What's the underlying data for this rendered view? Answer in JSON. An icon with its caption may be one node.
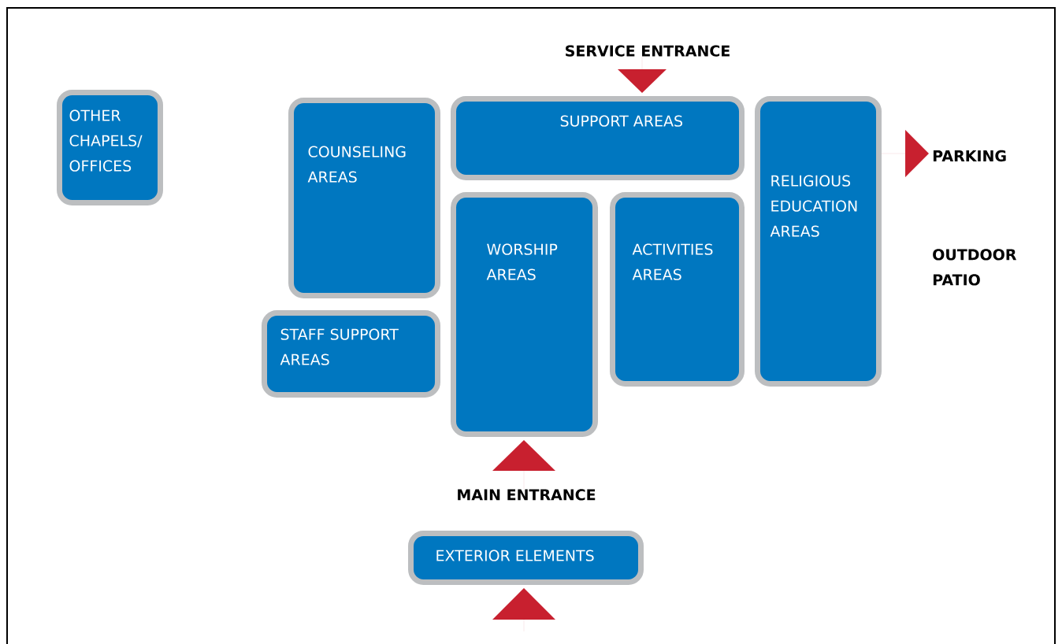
{
  "diagram": {
    "nodes": [
      {
        "text": [
          "SERVICE ENTRANCE"
        ]
      },
      {
        "text": [
          "OTHER CHAPELS/ OFFICES"
        ]
      },
      {
        "text": [
          "SUPPORT AREAS"
        ]
      },
      {
        "text": [
          "COUNSELING AREAS"
        ]
      },
      {
        "text": [
          "RELIGIOUS EDUCATION AREAS"
        ]
      },
      {
        "text": [
          "PARKING"
        ]
      },
      {
        "text": [
          "WORSHIP AREAS"
        ]
      },
      {
        "text": [
          "ACTIVITIES AREAS"
        ]
      },
      {
        "text": [
          "STAFF SUPPORT AREAS"
        ]
      },
      {
        "text": [
          "MAIN ENTRANCE"
        ]
      },
      {
        "text": [
          "EXTERIOR ELEMENTS"
        ]
      }
    ],
    "edges": [
      {
        "from": 0,
        "to": 2,
        "arrow": "to"
      },
      {
        "from": 4,
        "to": 5,
        "arrow": "to"
      },
      {
        "from": 9,
        "to": 6,
        "arrow": "to"
      },
      {
        "from": null,
        "to": 10,
        "arrow": "to"
      }
    ],
    "labels": [
      "OUTDOOR PATIO"
    ]
  }
}
